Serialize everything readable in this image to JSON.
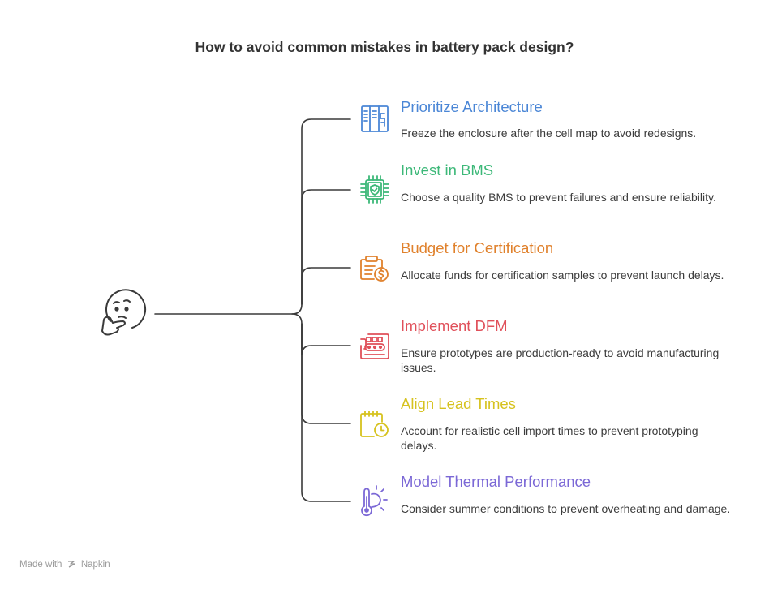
{
  "title": "How to avoid common mistakes in battery pack design?",
  "center_icon": "thinking-face-icon",
  "items": [
    {
      "heading": "Prioritize Architecture",
      "description": "Freeze the enclosure after the cell map to avoid redesigns.",
      "color": "#4a86d6",
      "icon": "architecture-blueprint-icon"
    },
    {
      "heading": "Invest in BMS",
      "description": "Choose a quality BMS to prevent failures and ensure reliability.",
      "color": "#3cb878",
      "icon": "chip-shield-icon"
    },
    {
      "heading": "Budget for Certification",
      "description": "Allocate funds for certification samples to prevent launch delays.",
      "color": "#e0812c",
      "icon": "clipboard-dollar-icon"
    },
    {
      "heading": "Implement DFM",
      "description": "Ensure prototypes are production-ready to avoid manufacturing issues.",
      "color": "#e0505a",
      "icon": "conveyor-factory-icon"
    },
    {
      "heading": "Align Lead Times",
      "description": "Account for realistic cell import times to prevent prototyping delays.",
      "color": "#d6c21e",
      "icon": "calendar-clock-icon"
    },
    {
      "heading": "Model Thermal Performance",
      "description": "Consider summer conditions to prevent overheating and damage.",
      "color": "#7b68d6",
      "icon": "thermometer-sun-icon"
    }
  ],
  "footer": {
    "made_with": "Made with",
    "brand": "Napkin"
  }
}
